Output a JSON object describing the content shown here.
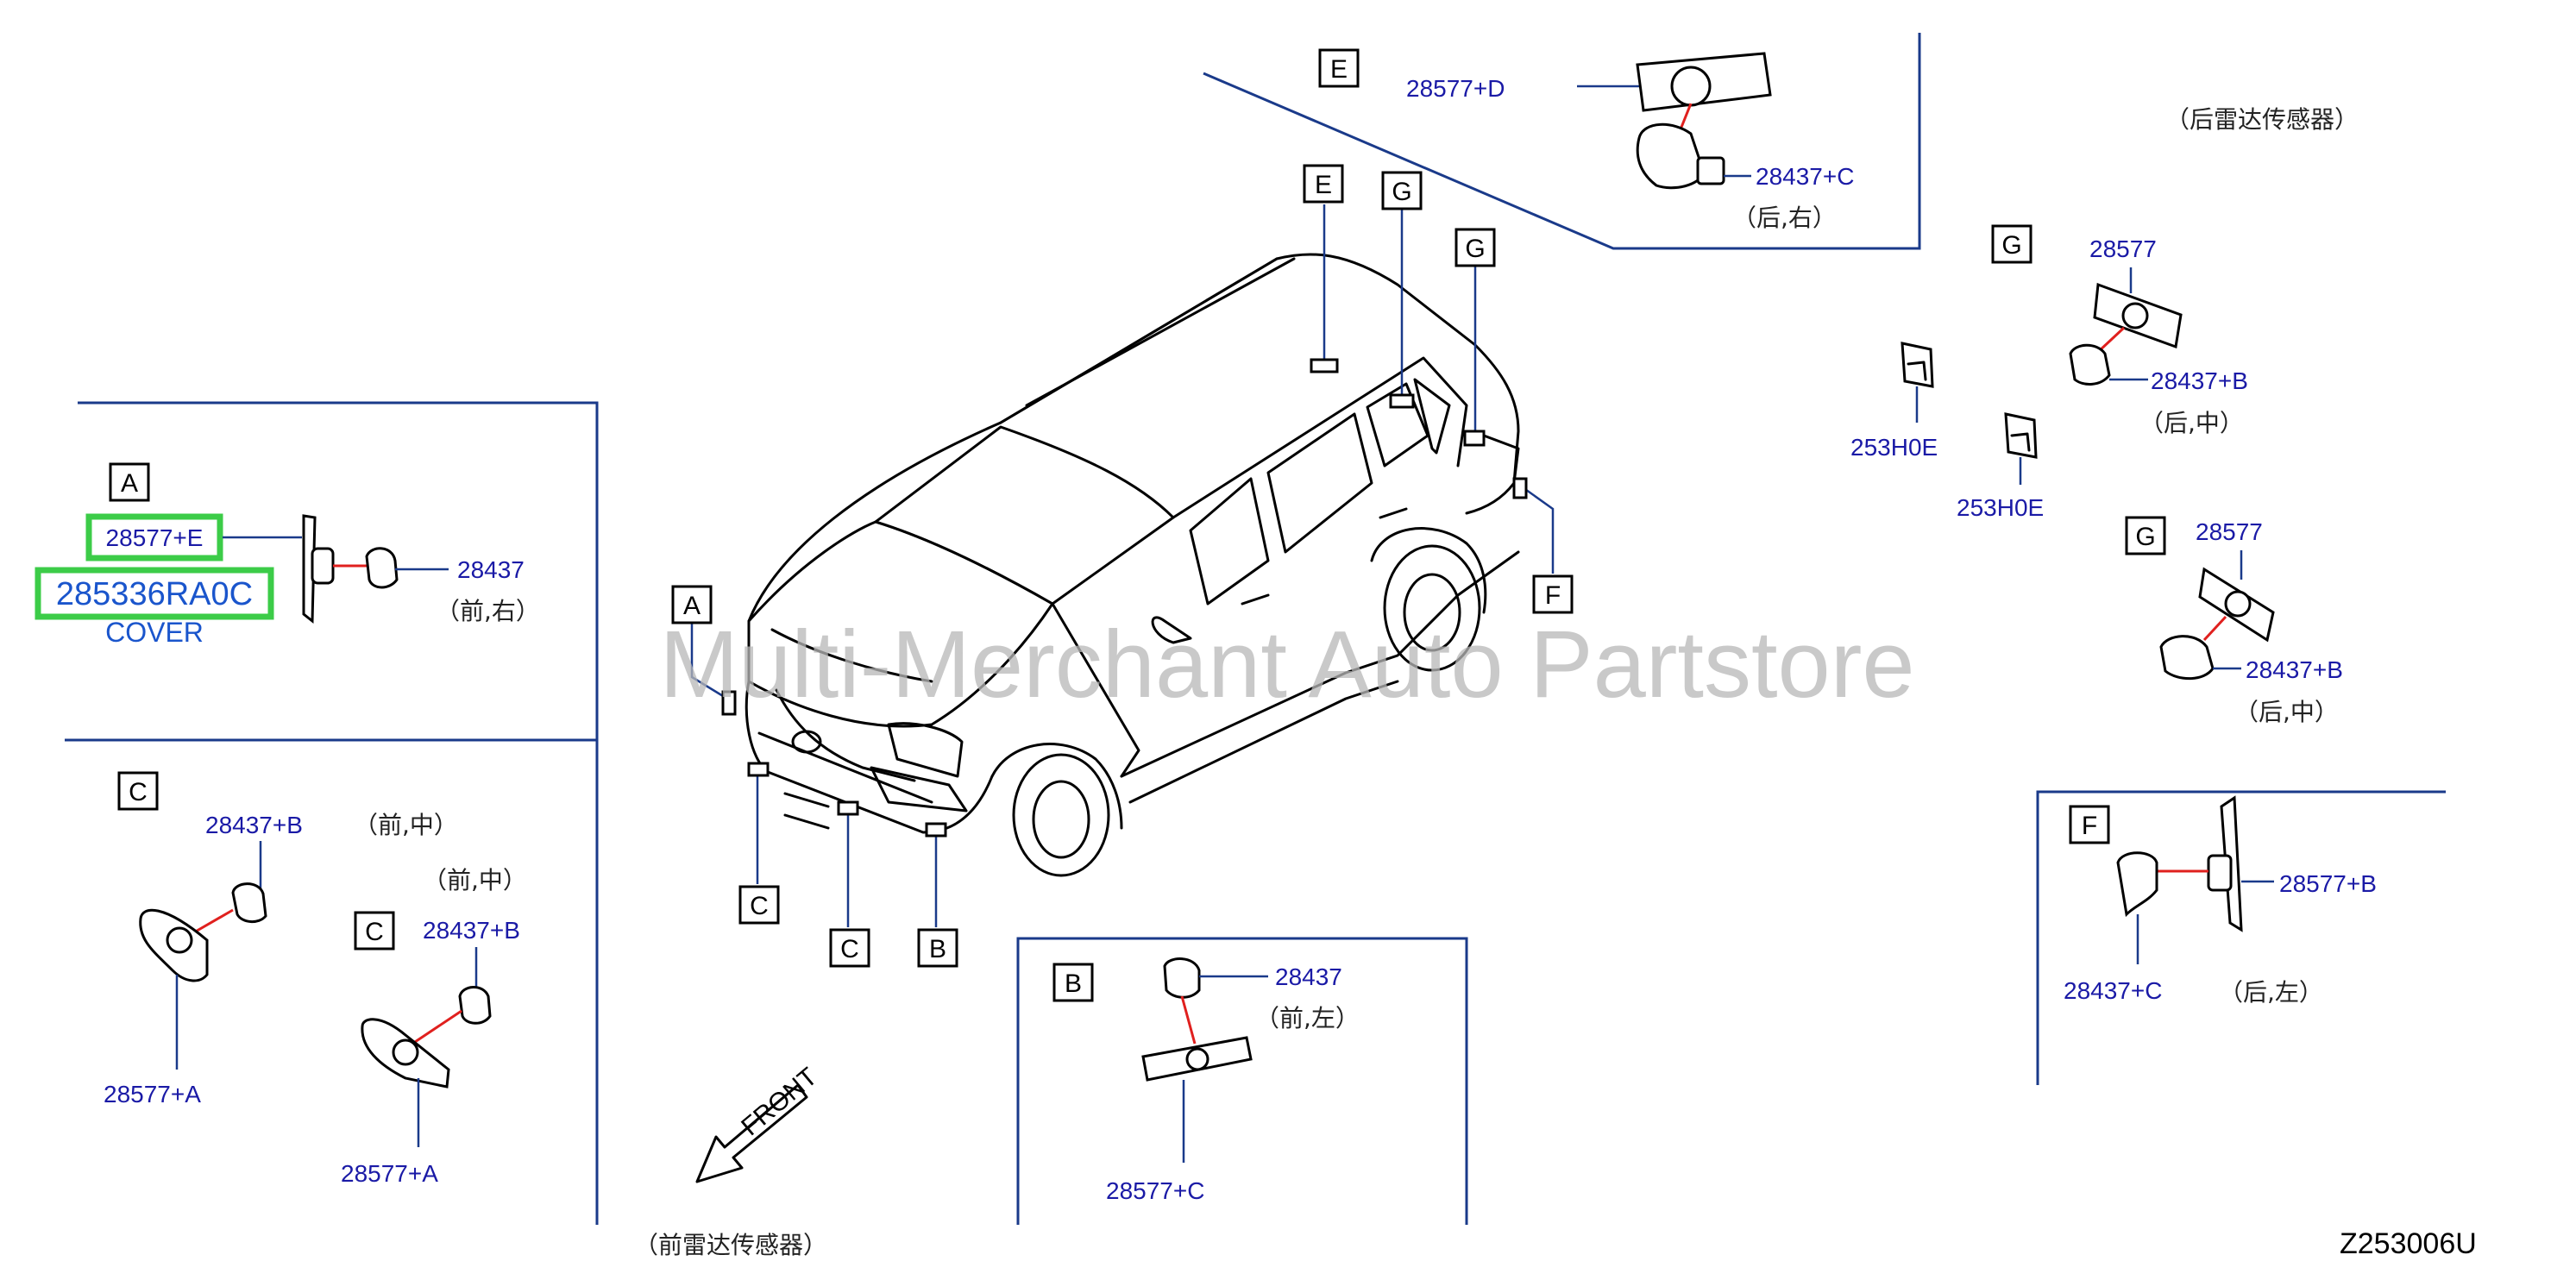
{
  "watermark": "Multi-Merchant Auto Partstore",
  "diagram_code": "Z253006U",
  "section_titles": {
    "rear_sensor": "（后雷达传感器）",
    "front_sensor": "（前雷达传感器）"
  },
  "front_arrow_label": "FRONT",
  "highlight": {
    "part_number": "285336RA0C",
    "part_name": "COVER",
    "boxed_label": "28577+E"
  },
  "callout_letters": {
    "A": "A",
    "B": "B",
    "C": "C",
    "E": "E",
    "F": "F",
    "G": "G"
  },
  "labels": {
    "a_sensor": "28437",
    "a_pos": "（前,右）",
    "c1_sensor": "28437+B",
    "c1_pos": "（前,中）",
    "c1_bracket": "28577+A",
    "c2_sensor": "28437+B",
    "c2_pos": "（前,中）",
    "c2_bracket": "28577+A",
    "b_sensor": "28437",
    "b_pos": "（前,左）",
    "b_bracket": "28577+C",
    "e_bracket": "28577+D",
    "e_sensor": "28437+C",
    "e_pos": "（后,右）",
    "g1_bracket": "28577",
    "g1_sensor": "28437+B",
    "g1_pos": "（后,中）",
    "clip1": "253H0E",
    "clip2": "253H0E",
    "g2_bracket": "28577",
    "g2_sensor": "28437+B",
    "g2_pos": "（后,中）",
    "f_bracket": "28577+B",
    "f_sensor": "28437+C",
    "f_pos": "（后,左）"
  }
}
